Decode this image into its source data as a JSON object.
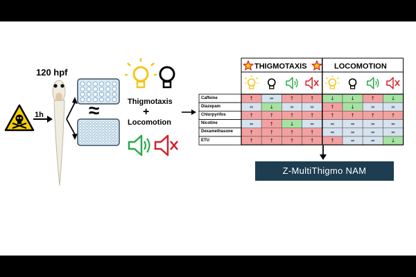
{
  "exposure": {
    "stage_label": "120 hpf",
    "time_label": "1h",
    "skull-crossbones-icon": "hazard-skull-icon"
  },
  "assay": {
    "approx_symbol": "≈",
    "thigmotaxis_label": "Thigmotaxis",
    "plus_label": "+",
    "locomotion_label": "Locomotion"
  },
  "table": {
    "group_headers": [
      "THIGMOTAXIS",
      "LOCOMOTION"
    ],
    "conditions": [
      "light",
      "dark",
      "sound",
      "no-sound"
    ],
    "compounds": [
      "Caffeine",
      "Diazepam",
      "Chlorpyrifos",
      "Nicotine",
      "Dexamethasone",
      "ETU"
    ],
    "cells": [
      [
        "↑",
        "=",
        "↑",
        "↑",
        "↓",
        "↓",
        "↑",
        "↓"
      ],
      [
        "=",
        "↓",
        "=",
        "=",
        "↑",
        "↓",
        "=",
        "="
      ],
      [
        "↑",
        "↑",
        "↑",
        "↑",
        "↑",
        "↑",
        "↑",
        "↑"
      ],
      [
        "=",
        "↑",
        "↓",
        "=",
        "=",
        "=",
        "=",
        "="
      ],
      [
        "↑",
        "↑",
        "↑",
        "↑",
        "=",
        "=",
        "=",
        "="
      ],
      [
        "↑",
        "↑",
        "↑",
        "↑",
        "↑",
        "=",
        "=",
        "↓"
      ]
    ],
    "colors": {
      "up": "#f4a0a0",
      "down": "#a6e2a2",
      "equal": "#d6e2ee"
    }
  },
  "result": {
    "model_name": "Z-MultiThigmo NAM"
  },
  "colors": {
    "light": "#f5c518",
    "sound": "#2aa84a",
    "mute": "#d21f2a",
    "result_box": "#1e3d50",
    "star": "#f5c518"
  }
}
